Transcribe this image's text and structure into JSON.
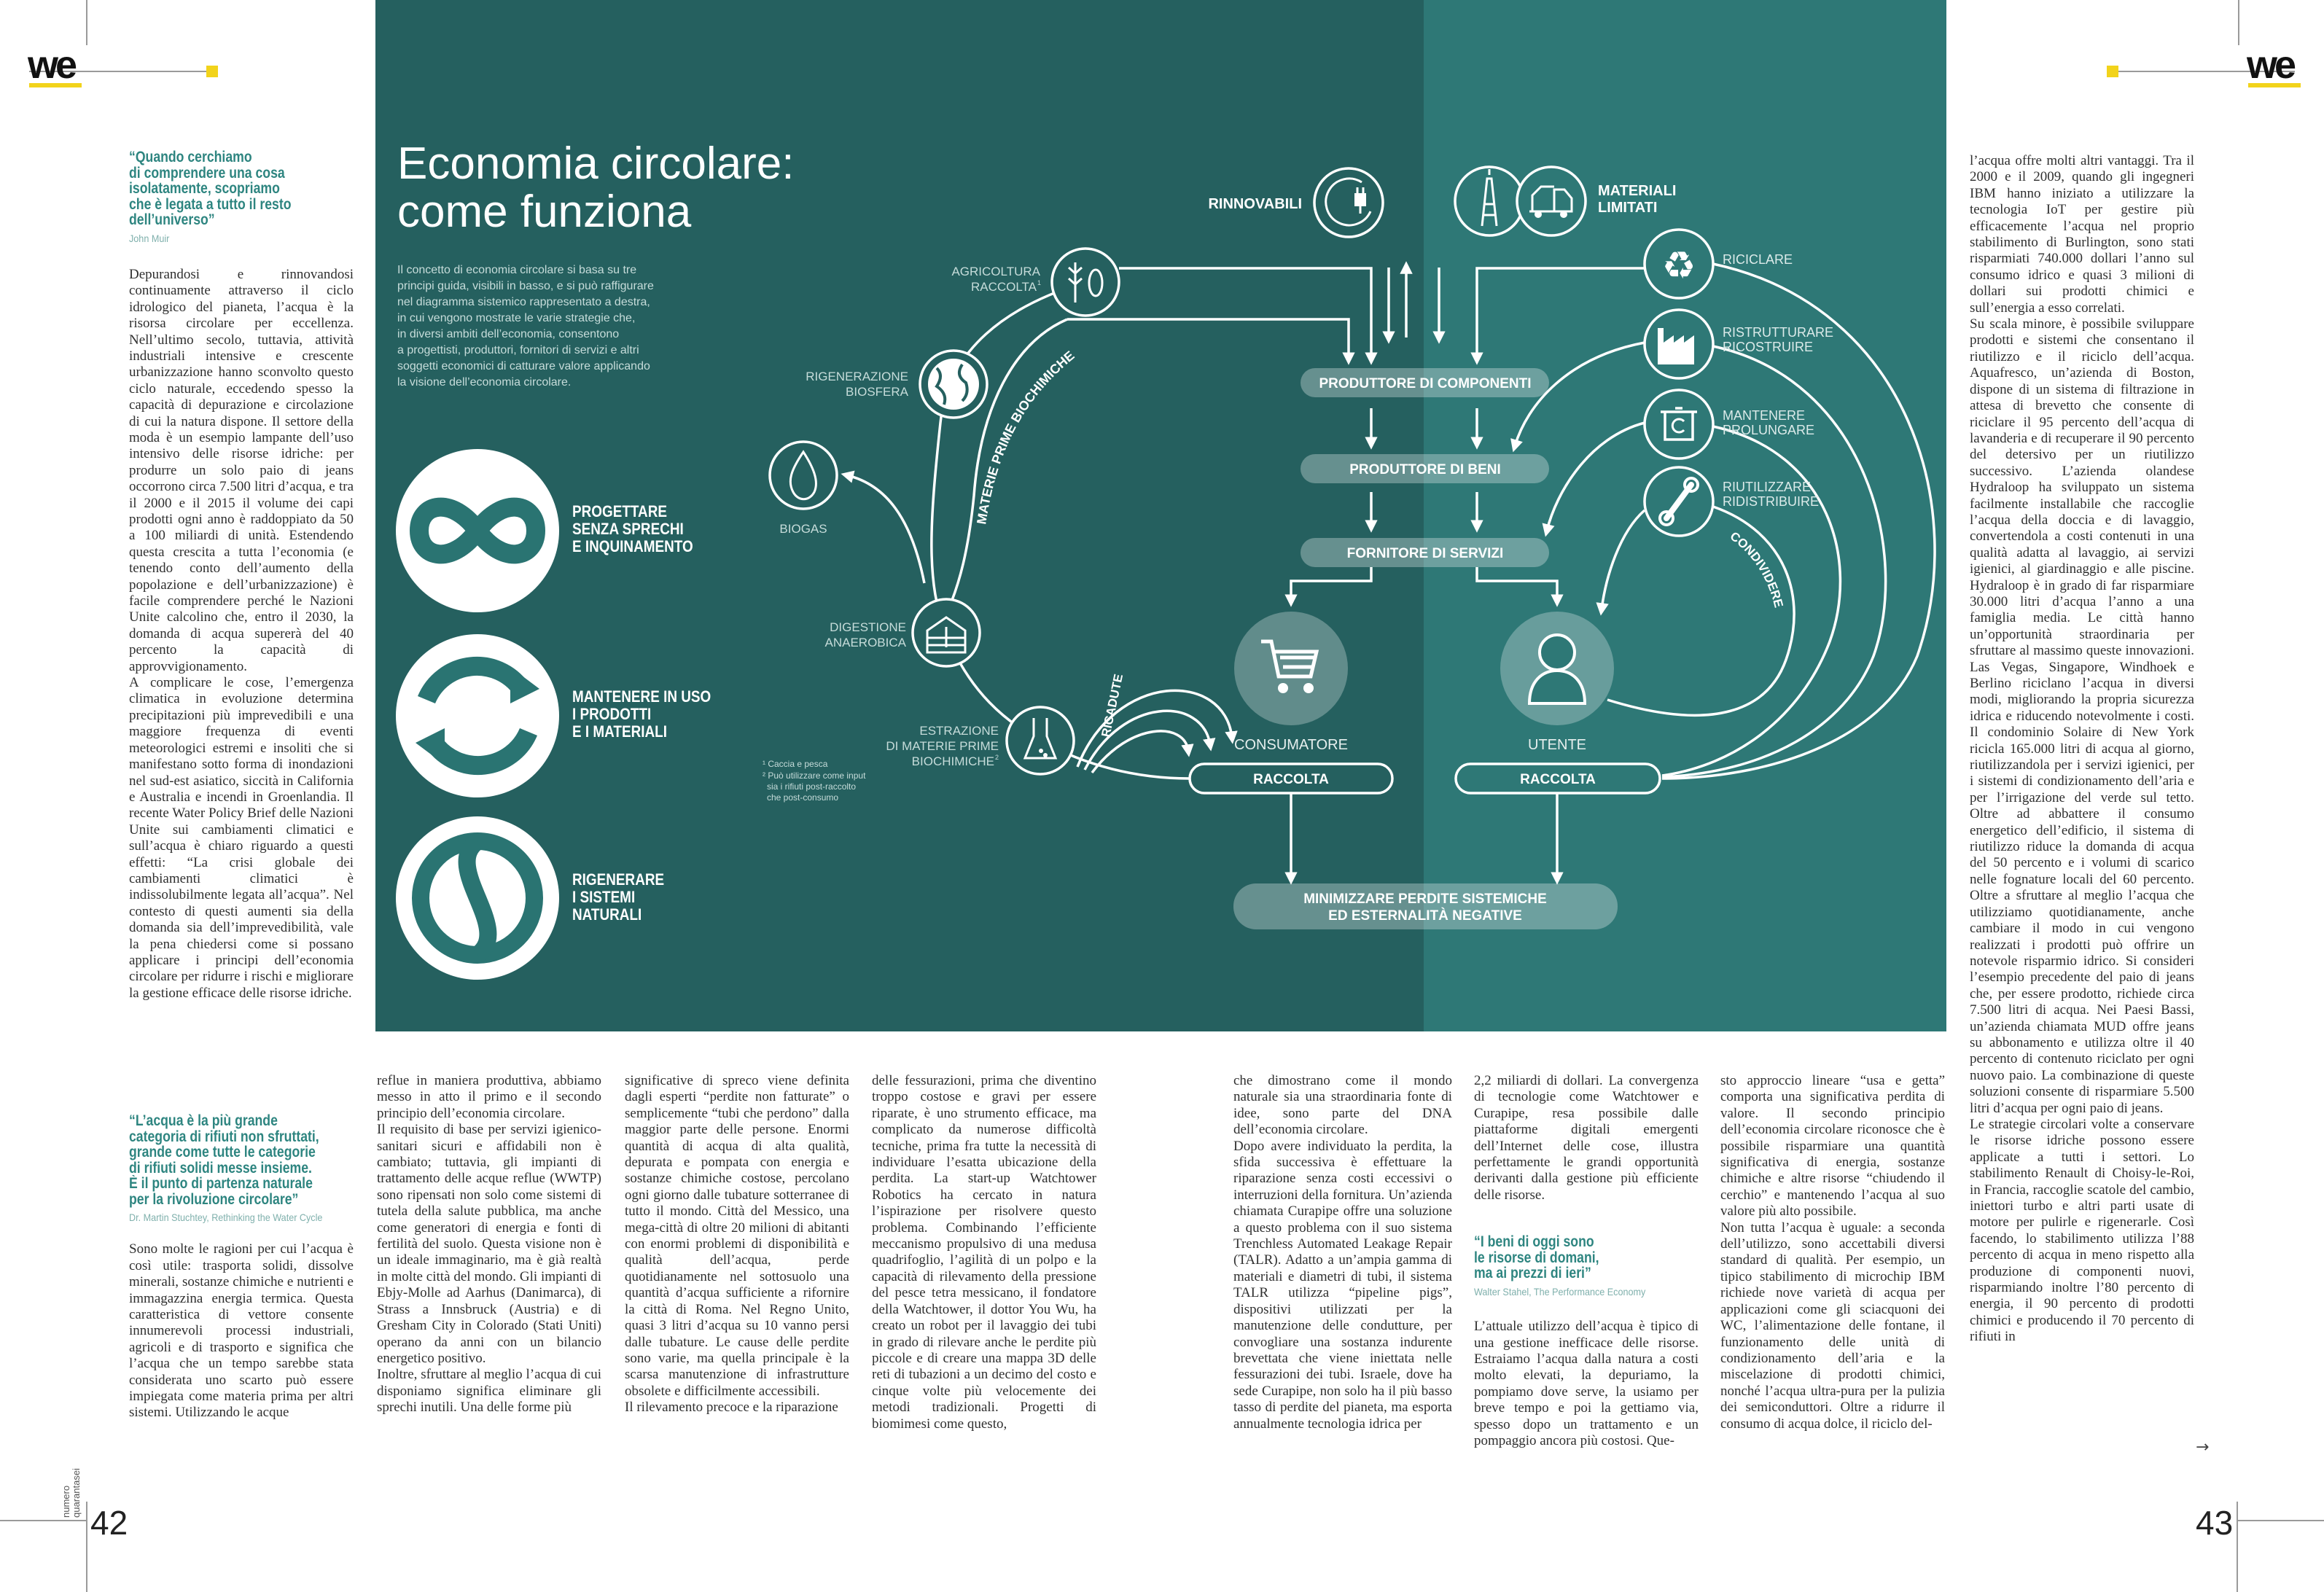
{
  "header": {
    "logo_left": "we",
    "logo_right": "we"
  },
  "footer": {
    "issue_line1": "numero",
    "issue_line2": "quarantasei",
    "page_left": "42",
    "page_right": "43"
  },
  "colors": {
    "panel_dark": "#25605f",
    "panel_light": "#2e7876",
    "quote": "#2e8580",
    "accent_yellow": "#f2d31b"
  },
  "infographic": {
    "title_line1": "Economia circolare:",
    "title_line2": "come funziona",
    "intro_lines": [
      "Il concetto di economia circolare si basa su tre",
      "principi guida, visibili in basso, e si può raffigurare",
      "nel diagramma sistemico rappresentato a destra,",
      "in cui vengono mostrate le varie strategie che,",
      "in diversi ambiti dell’economia, consentono",
      "a progettisti, produttori, fornitori di servizi e altri",
      "soggetti economici di catturare valore applicando",
      "la visione dell’economia circolare."
    ],
    "principles": [
      {
        "lines": [
          "PROGETTARE",
          "SENZA SPRECHI",
          "E INQUINAMENTO"
        ],
        "icon": "infinity-icon"
      },
      {
        "lines": [
          "MANTENERE IN USO",
          "I PRODOTTI",
          "E I MATERIALI"
        ],
        "icon": "cycle-arrows-icon"
      },
      {
        "lines": [
          "RIGENERARE",
          "I SISTEMI",
          "NATURALI"
        ],
        "icon": "regenerate-icon"
      }
    ],
    "diagram": {
      "renewables": "RINNOVABILI",
      "limited_line1": "MATERIALI",
      "limited_line2": "LIMITATI",
      "agriculture_line1": "AGRICOLTURA",
      "agriculture_line2": "RACCOLTA",
      "agriculture_sup": "1",
      "biosphere_line1": "RIGENERAZIONE",
      "biosphere_line2": "BIOSFERA",
      "biogas": "BIOGAS",
      "digestion_line1": "DIGESTIONE",
      "digestion_line2": "ANAEROBICA",
      "extraction_line1": "ESTRAZIONE",
      "extraction_line2": "DI MATERIE PRIME",
      "extraction_line3": "BIOCHIMICHE",
      "extraction_sup": "2",
      "biochemical_arc": "MATERIE PRIME BIOCHIMICHE",
      "spillover": "RICADUTE",
      "component_maker": "PRODUTTORE DI COMPONENTI",
      "goods_maker": "PRODUTTORE DI BENI",
      "service_provider": "FORNITORE DI SERVIZI",
      "consumer": "CONSUMATORE",
      "user": "UTENTE",
      "collection_left": "RACCOLTA",
      "collection_right": "RACCOLTA",
      "minimize_line1": "MINIMIZZARE PERDITE SISTEMICHE",
      "minimize_line2": "ED ESTERNALITÀ NEGATIVE",
      "recycle": "RICICLARE",
      "refurbish_line1": "RISTRUTTURARE",
      "refurbish_line2": "RICOSTRUIRE",
      "maintain_line1": "MANTENERE",
      "maintain_line2": "PROLUNGARE",
      "reuse_line1": "RIUTILIZZARE",
      "reuse_line2": "RIDISTRIBUIRE",
      "share": "CONDIVIDERE",
      "footnote1": "¹ Caccia e pesca",
      "footnote2_line1": "² Può utilizzare come input",
      "footnote2_line2": "sia i rifiuti post-raccolto",
      "footnote2_line3": "che post-consumo"
    }
  },
  "article": {
    "quote1": {
      "lines": [
        "“Quando cerchiamo",
        "di comprendere una cosa",
        "isolatamente, scopriamo",
        "che è legata a tutto il resto",
        "dell’universo”"
      ],
      "author": "John Muir"
    },
    "col1": [
      "Depurandosi e rinnovandosi continuamente attraverso il ciclo idrologico del pianeta, l’acqua è la risorsa circolare per eccellenza. Nell’ultimo secolo, tuttavia, attività industriali intensive e crescente urbanizzazione hanno sconvolto questo ciclo naturale, eccedendo spesso la capacità di depurazione e circolazione di cui la natura dispone. Il settore della moda è un esempio lampante dell’uso intensivo delle risorse idriche: per produrre un solo paio di jeans occorrono circa 7.500 litri d’acqua, e tra il 2000 e il 2015 il volume dei capi prodotti ogni anno è raddoppiato da 50 a 100 miliardi di unità. Estendendo questa crescita a tutta l’economia (e tenendo conto dell’aumento della popolazione e dell’urbanizzazione) è facile comprendere perché le Nazioni Unite calcolino che, entro il 2030, la domanda di acqua supererà del 40 percento la capacità di approvvigionamento.",
      "A complicare le cose, l’emergenza climatica in evoluzione determina precipitazioni più imprevedibili e una maggiore frequenza di eventi meteorologici estremi e insoliti che si manifestano sotto forma di inondazioni nel sud-est asiatico, siccità in California e Australia e incendi in Groenlandia. Il recente Water Policy Brief delle Nazioni Unite sui cambiamenti climatici e sull’acqua è chiaro riguardo a questi effetti: “La crisi globale dei cambiamenti climatici è indissolubilmente legata all’acqua”. Nel contesto di questi aumenti sia della domanda sia dell’imprevedibilità, vale la pena chiedersi come si possano applicare i principi dell’economia circolare per ridurre i rischi e migliorare la gestione efficace delle risorse idriche."
    ],
    "quote2": {
      "lines": [
        "“L’acqua è la più grande",
        "categoria di rifiuti non sfruttati,",
        "grande come tutte le categorie",
        "di rifiuti solidi messe insieme.",
        "È il punto di partenza naturale",
        "per la rivoluzione circolare”"
      ],
      "author": "Dr. Martin Stuchtey, Rethinking the Water Cycle"
    },
    "col1b": [
      "Sono molte le ragioni per cui l’acqua è così utile: trasporta solidi, dissolve minerali, sostanze chimiche e nutrienti e immagazzina energia termica. Questa caratteristica di vettore consente innumerevoli processi industriali, agricoli e di trasporto e significa che l’acqua che un tempo sarebbe stata considerata uno scarto può essere impiegata come materia prima per altri sistemi. Utilizzando le acque"
    ],
    "col2": [
      "reflue in maniera produttiva, abbiamo messo in atto il primo e il secondo principio dell’economia circolare.",
      "Il requisito di base per servizi igienico-sanitari sicuri e affidabili non è cambiato; tuttavia, gli impianti di trattamento delle acque reflue (WWTP) sono ripensati non solo come sistemi di tutela della salute pubblica, ma anche come generatori di energia e fonti di fertilità del suolo. Questa visione non è un ideale immaginario, ma è già realtà in molte città del mondo. Gli impianti di Ebjy-Molle ad Aarhus (Danimarca), di Strass a Innsbruck (Austria) e di Gresham City in Colorado (Stati Uniti) operano da anni con un bilancio energetico positivo.",
      "Inoltre, sfruttare al meglio l’acqua di cui disponiamo significa eliminare gli sprechi inutili. Una delle forme più"
    ],
    "col3": [
      "significative di spreco viene definita dagli esperti “perdite non fatturate” o semplicemente “tubi che perdono” dalla maggior parte delle persone. Enormi quantità di acqua di alta qualità, depurata e pompata con energia e sostanze chimiche costose, percolano ogni giorno dalle tubature sotterranee di tutto il mondo. Città del Messico, una mega-città di oltre 20 milioni di abitanti con enormi problemi di disponibilità e qualità dell’acqua, perde quotidianamente nel sottosuolo una quantità d’acqua sufficiente a rifornire la città di Roma. Nel Regno Unito, quasi 3 litri d’acqua su 10 vanno persi dalle tubature. Le cause delle perdite sono varie, ma quella principale è la scarsa manutenzione di infrastrutture obsolete e difficilmente accessibili.",
      "Il rilevamento precoce e la riparazione"
    ],
    "col4": [
      "delle fessurazioni, prima che diventino troppo costose e gravi per essere riparate, è uno strumento efficace, ma complicato da numerose difficoltà tecniche, prima fra tutte la necessità di individuare l’esatta ubicazione della perdita. La start-up Watchtower Robotics ha cercato in natura l’ispirazione per risolvere questo problema. Combinando l’efficiente meccanismo propulsivo di una medusa quadrifoglio, l’agilità di un polpo e la capacità di rilevamento della pressione del pesce tetra messicano, il fondatore della Watchtower, il dottor You Wu, ha creato un robot per il lavaggio dei tubi in grado di rilevare anche le perdite più piccole e di creare una mappa 3D delle reti di tubazioni a un decimo del costo e cinque volte più velocemente dei metodi tradizionali. Progetti di biomimesi come questo,"
    ],
    "col5": [
      "che dimostrano come il mondo naturale sia una straordinaria fonte di idee, sono parte del DNA dell’economia circolare.",
      "Dopo avere individuato la perdita, la sfida successiva è effettuare la riparazione senza costi eccessivi o interruzioni della fornitura. Un’azienda chiamata Curapipe offre una soluzione a questo problema con il suo sistema Trenchless Automated Leakage Repair (TALR). Adatto a un’ampia gamma di materiali e diametri di tubi, il sistema TALR utilizza “pipeline pigs”, dispositivi utilizzati per la manutenzione delle condutture, per convogliare una sostanza indurente brevettata che viene iniettata nelle fessurazioni dei tubi. Israele, dove ha sede Curapipe, non solo ha il più basso tasso di perdite del pianeta, ma esporta annualmente tecnologia idrica per"
    ],
    "col6a": [
      "2,2 miliardi di dollari. La convergenza di tecnologie come Watchtower e Curapipe, resa possibile dalle piattaforme digitali emergenti dell’Internet delle cose, illustra perfettamente le grandi opportunità derivanti dalla gestione più efficiente delle risorse."
    ],
    "quote3": {
      "lines": [
        "“I beni di oggi sono",
        "le risorse di domani,",
        "ma ai prezzi di ieri”"
      ],
      "author": "Walter Stahel, The Performance Economy"
    },
    "col6b": [
      "L’attuale utilizzo dell’acqua è tipico di una gestione inefficace delle risorse. Estraiamo l’acqua dalla natura a costi molto elevati, la depuriamo, la pompiamo dove serve, la usiamo per breve tempo e poi la gettiamo via, spesso dopo un trattamento e un pompaggio ancora più costosi. Que-"
    ],
    "col7": [
      "sto approccio lineare “usa e getta” comporta una significativa perdita di valore. Il secondo principio dell’economia circolare riconosce che è possibile risparmiare una quantità significativa di energia, sostanze chimiche e altre risorse “chiudendo il cerchio” e mantenendo l’acqua al suo valore più alto possibile.",
      "Non tutta l’acqua è uguale: a seconda dell’utilizzo, sono accettabili diversi standard di qualità. Per esempio, un tipico stabilimento di microchip IBM richiede nove varietà di acqua per applicazioni come gli sciacquoni dei WC, l’alimentazione delle fontane, il funzionamento delle unità di condizionamento dell’aria e la miscelazione di prodotti chimici, nonché l’acqua ultra-pura per la pulizia dei semiconduttori. Oltre a ridurre il consumo di acqua dolce, il riciclo del-"
    ],
    "col8": [
      "l’acqua offre molti altri vantaggi. Tra il 2000 e il 2009, quando gli ingegneri IBM hanno iniziato a utilizzare la tecnologia IoT per gestire più efficacemente l’acqua nel proprio stabilimento di Burlington, sono stati risparmiati 740.000 dollari l’anno sul consumo idrico e quasi 3 milioni di dollari sui prodotti chimici e sull’energia a esso correlati.",
      "Su scala minore, è possibile sviluppare prodotti e sistemi che consentano il riutilizzo e il riciclo dell’acqua. Aquafresco, un’azienda di Boston, dispone di un sistema di filtrazione in attesa di brevetto che consente di riciclare il 95 percento dell’acqua di lavanderia e di recuperare il 90 percento del detersivo per un riutilizzo successivo. L’azienda olandese Hydraloop ha sviluppato un sistema facilmente installabile che raccoglie l’acqua della doccia e di lavaggio, convertendola a costi contenuti in una qualità adatta al lavaggio, ai servizi igienici, al giardinaggio e alle piscine. Hydraloop è in grado di far risparmiare 30.000 litri d’acqua l’anno a una famiglia media. Le città hanno un’opportunità straordinaria per sfruttare al massimo queste innovazioni. Las Vegas, Singapore, Windhoek e Berlino riciclano l’acqua in diversi modi, migliorando la propria sicurezza idrica e riducendo notevolmente i costi. Il condominio Solaire di New York ricicla 165.000 litri di acqua al giorno, riutilizzandola per i servizi igienici, per i sistemi di condizionamento dell’aria e per l’irrigazione del verde sul tetto. Oltre ad abbattere il consumo energetico dell’edificio, il sistema di riutilizzo riduce la domanda di acqua del 50 percento e i volumi di scarico nelle fognature locali del 60 percento. Oltre a sfruttare al meglio l’acqua che utilizziamo quotidianamente, anche cambiare il modo in cui vengono realizzati i prodotti può offrire un notevole risparmio idrico. Si consideri l’esempio precedente del paio di jeans che, per essere prodotto, richiede circa 7.500 litri di acqua. Nei Paesi Bassi, un’azienda chiamata MUD offre jeans su abbonamento e utilizza oltre il 40 percento di contenuto riciclato per ogni nuovo paio. La combinazione di queste soluzioni consente di risparmiare 5.500 litri d’acqua per ogni paio di jeans.",
      "Le strategie circolari volte a conservare le risorse idriche possono essere applicate a tutti i settori. Lo stabilimento Renault di Choisy-le-Roi, in Francia, raccoglie scatole del cambio, iniettori turbo e altri parti usate di motore per pulirle e rigenerarle. Così facendo, lo stabilimento utilizza l’88 percento di acqua in meno rispetto alla produzione di componenti nuovi, risparmiando inoltre l’80 percento di energia, il 90 percento di prodotti chimici e producendo il 70 percento di rifiuti in"
    ],
    "continue_arrow": "→"
  }
}
